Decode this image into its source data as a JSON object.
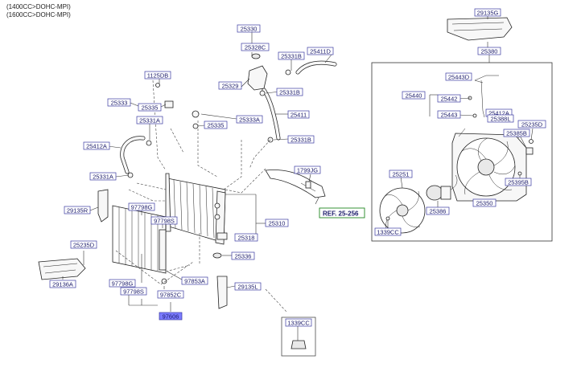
{
  "header": {
    "line1": "(1400CC>DOHC-MPI)",
    "line2": "(1600CC>DOHC-MPI)"
  },
  "labels": {
    "p25330": "25330",
    "p25328C": "25328C",
    "p25331B_a": "25331B",
    "p25411D": "25411D",
    "p1125DB": "1125DB",
    "p25329": "25329",
    "p25331B_b": "25331B",
    "p25333": "25333",
    "p25335_a": "25335",
    "p25411": "25411",
    "p25331A_a": "25331A",
    "p25335_b": "25335",
    "p25333A": "25333A",
    "p25331B_c": "25331B",
    "p25412A": "25412A",
    "p1799JG": "1799JG",
    "p25331A_b": "25331A",
    "ref": "REF. 25-256",
    "p29135R": "29135R",
    "p97798G_a": "97798G",
    "p97798S_a": "97798S",
    "p25310": "25310",
    "p25318": "25318",
    "p25235D_a": "25235D",
    "p25336": "25336",
    "p29136A": "29136A",
    "p97798G_b": "97798G",
    "p97798S_b": "97798S",
    "p97853A": "97853A",
    "p29135L": "29135L",
    "p97852C": "97852C",
    "p97606": "97606",
    "p1339CC_b": "1339CC",
    "p29135G": "29135G",
    "p25380": "25380",
    "p25443D": "25443D",
    "p25440": "25440",
    "p25442": "25442",
    "p25443": "25443",
    "p25412A_r": "25412A",
    "p25388L": "25388L",
    "p25235D_b": "25235D",
    "p25385B": "25385B",
    "p25251": "25251",
    "p25395B": "25395B",
    "p25386": "25386",
    "p25350": "25350",
    "p1339CC_a": "1339CC"
  },
  "highlight_color": "#7b7bff",
  "label_color": "#1a1a6a"
}
